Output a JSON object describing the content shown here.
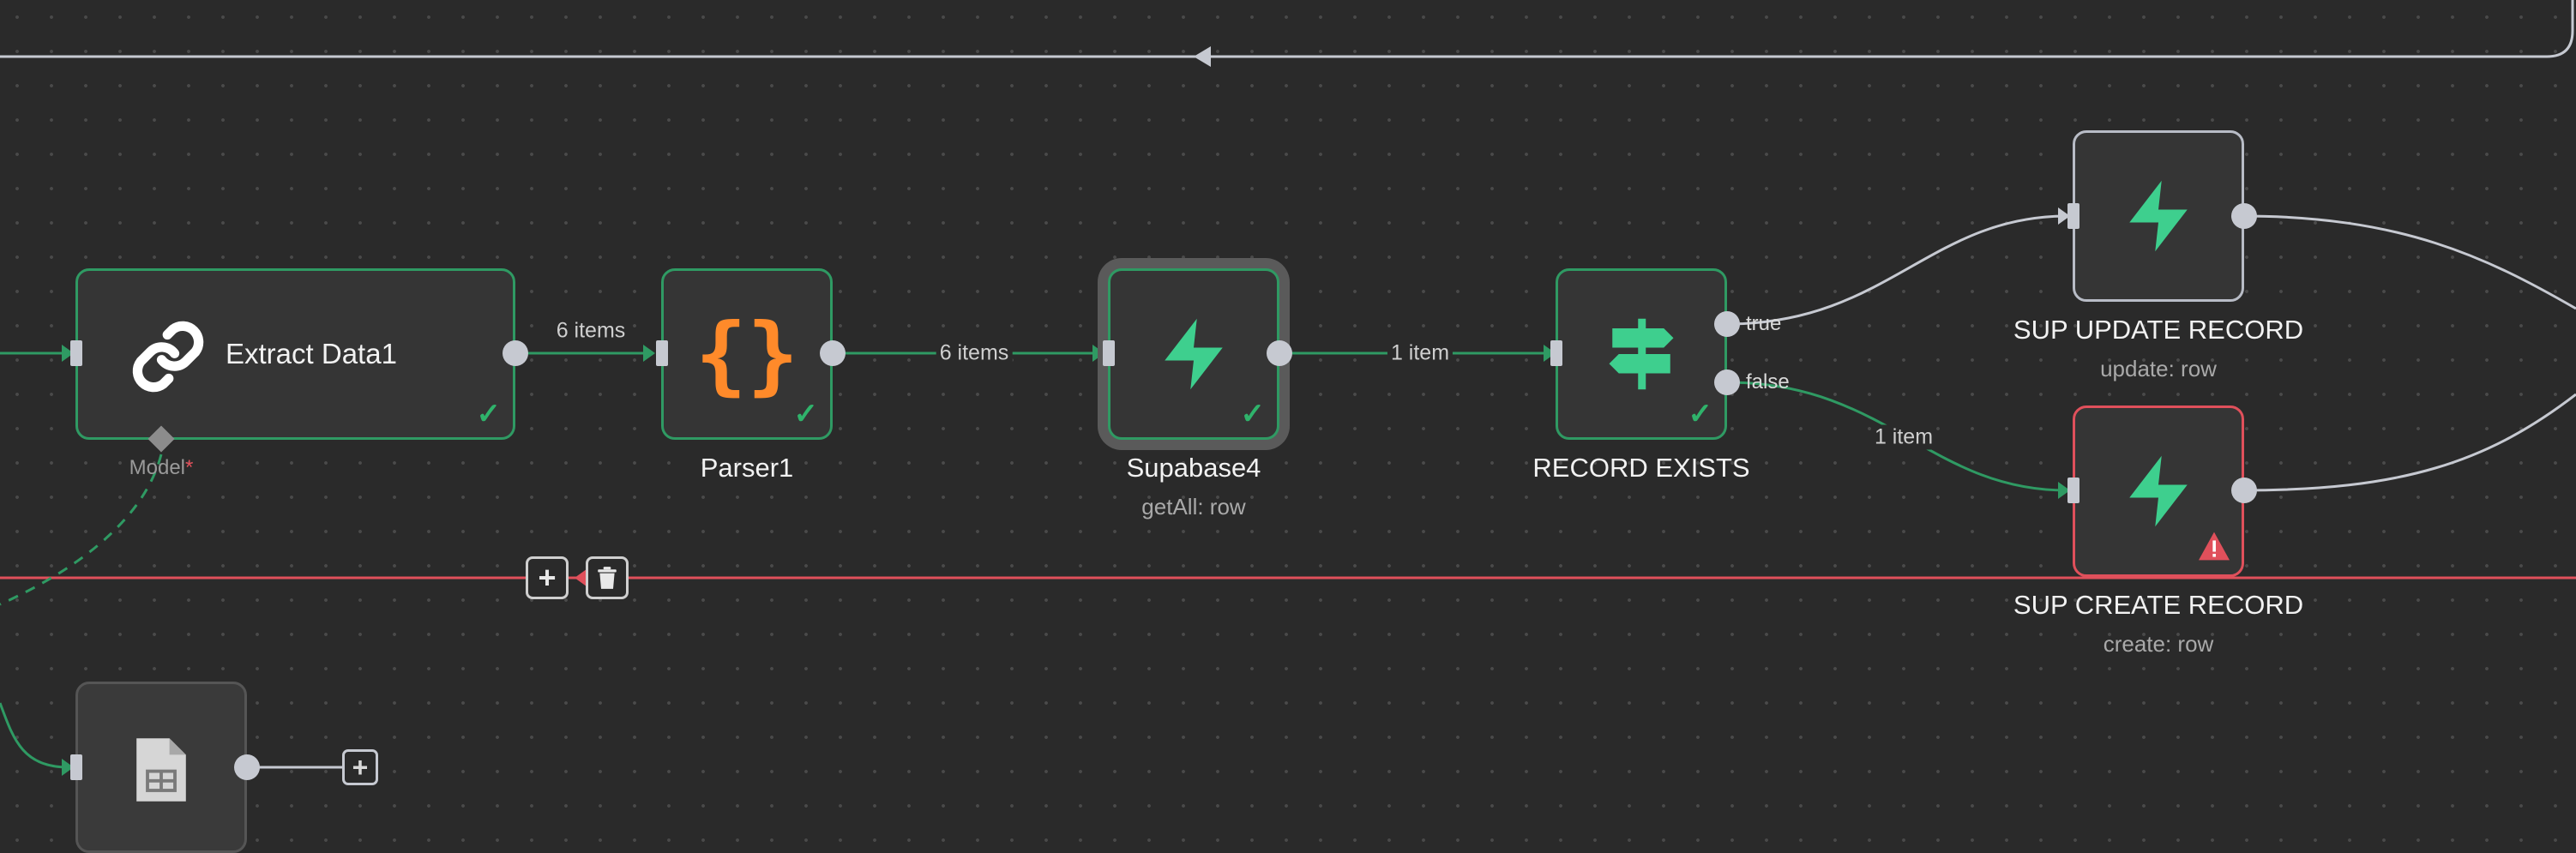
{
  "canvas": {
    "background": "#2a2a2a",
    "success_color": "#2f9a63",
    "error_color": "#e0505b",
    "supabase_color": "#3ecf8e",
    "parser_color": "#ff8a2a"
  },
  "nodes": {
    "extract": {
      "title": "Extract Data1",
      "icon": "link-icon",
      "status": "success",
      "model_label": "Model",
      "model_required": "*"
    },
    "parser": {
      "title": "Parser1",
      "icon": "braces-icon",
      "status": "success"
    },
    "supabase4": {
      "title": "Supabase4",
      "subtitle": "getAll: row",
      "icon": "supabase-icon",
      "status": "success",
      "selected": true
    },
    "record_exists": {
      "title": "RECORD EXISTS",
      "icon": "signpost-icon",
      "status": "success",
      "branches": {
        "true": "true",
        "false": "false"
      }
    },
    "sup_update": {
      "title": "SUP UPDATE RECORD",
      "subtitle": "update: row",
      "icon": "supabase-icon",
      "status": "idle"
    },
    "sup_create": {
      "title": "SUP CREATE RECORD",
      "subtitle": "create: row",
      "icon": "supabase-icon",
      "status": "error"
    },
    "sheet": {
      "icon": "spreadsheet-file-icon",
      "status": "idle"
    }
  },
  "connections": {
    "extract_to_parser": "6 items",
    "parser_to_supabase": "6 items",
    "supabase_to_exists": "1 item",
    "false_to_create": "1 item"
  },
  "toolbar": {
    "add_icon": "+",
    "delete_icon": "trash-icon",
    "add_node_icon": "+"
  }
}
